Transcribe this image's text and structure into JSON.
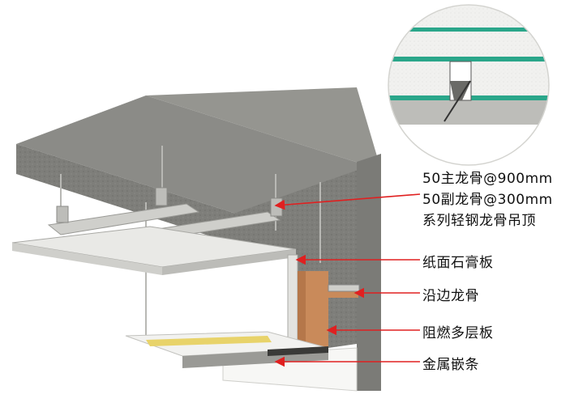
{
  "labels": {
    "keel_line1": "50主龙骨@900mm",
    "keel_line2": "50副龙骨@300mm",
    "keel_line3": "系列轻钢龙骨吊顶",
    "gypsum": "纸面石膏板",
    "edge_keel": "沿边龙骨",
    "fire_board": "阻燃多层板",
    "metal_strip": "金属嵌条"
  },
  "colors": {
    "concrete": "#7d7d79",
    "concrete_dark": "#5a5a57",
    "gypsum_board": "#e6e6e3",
    "wood": "#c98a5a",
    "arrow": "#e02020",
    "teal_line": "#2aa68a"
  }
}
